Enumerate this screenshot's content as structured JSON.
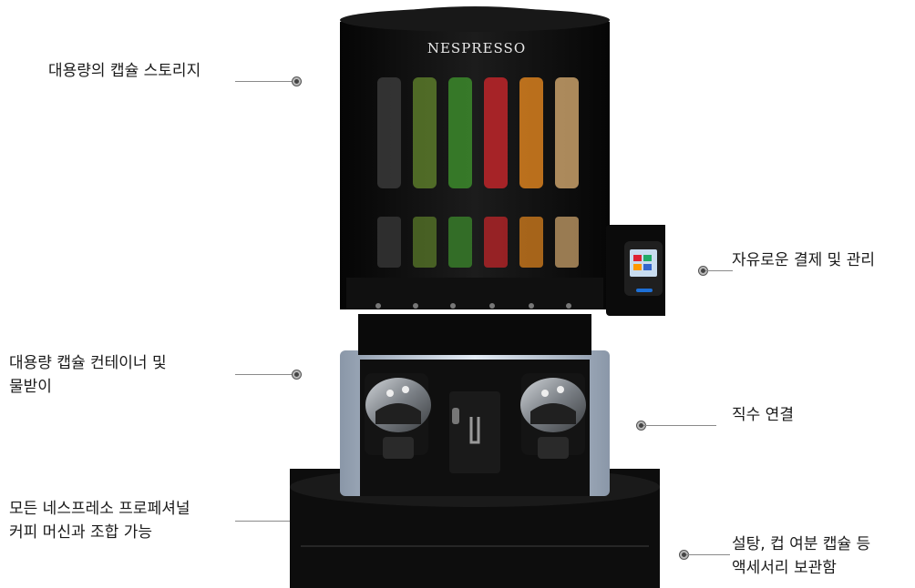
{
  "brand": {
    "logo_text": "NESPRESSO"
  },
  "colors": {
    "capsules": [
      "#3a3a3a",
      "#5a7a2a",
      "#3c8a2c",
      "#c0262a",
      "#d8801e",
      "#c8a06a"
    ]
  },
  "callouts": {
    "storage": {
      "lines": [
        "대용량의 캡슐 스토리지"
      ]
    },
    "container": {
      "lines": [
        "대용량 캡슐 컨테이너 및",
        "물받이"
      ]
    },
    "compatibility": {
      "lines": [
        "모든 네스프레소 프로페셔널",
        "커피 머신과 조합 가능"
      ]
    },
    "payment": {
      "lines": [
        "자유로운 결제 및 관리"
      ]
    },
    "water": {
      "lines": [
        "직수 연결"
      ]
    },
    "accessories": {
      "lines": [
        "설탕, 컵 여분 캡슐 등",
        "액세서리 보관함"
      ]
    }
  }
}
